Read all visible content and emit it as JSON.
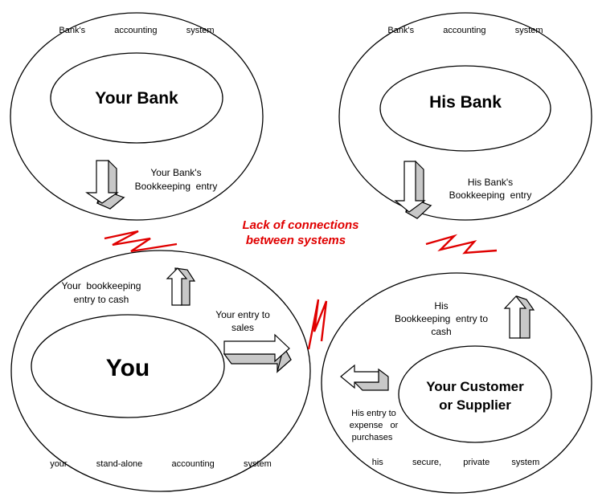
{
  "colors": {
    "stroke": "#000000",
    "arrow_shade": "#c8c8c8",
    "warning": "#e00000",
    "background": "#ffffff"
  },
  "your_bank": {
    "system_label": "Bank's    accounting    system",
    "title": "Your Bank",
    "entry_line1": "Your Bank's",
    "entry_line2": "Bookkeeping  entry"
  },
  "his_bank": {
    "system_label": "Bank's    accounting    system",
    "title": "His Bank",
    "entry_line1": "His Bank's",
    "entry_line2": "Bookkeeping  entry"
  },
  "you": {
    "system_label": "your    stand-alone    accounting    system",
    "title": "You",
    "cash_entry_line1": "Your  bookkeeping",
    "cash_entry_line2": "entry to cash",
    "sales_entry_line1": "Your entry to",
    "sales_entry_line2": "sales"
  },
  "customer": {
    "system_label": "his    secure,   private   system",
    "title_line1": "Your Customer",
    "title_line2": "or Supplier",
    "cash_entry_line1": "His",
    "cash_entry_line2": "Bookkeeping  entry to",
    "cash_entry_line3": "cash",
    "expense_entry_line1": "His entry to",
    "expense_entry_line2": "expense   or",
    "expense_entry_line3": "purchases"
  },
  "warning": {
    "line1": "Lack of connections",
    "line2": "between systems"
  },
  "icons": [
    "down-arrow-icon",
    "up-arrow-icon",
    "right-arrow-icon",
    "left-arrow-icon",
    "lightning-break-icon"
  ]
}
